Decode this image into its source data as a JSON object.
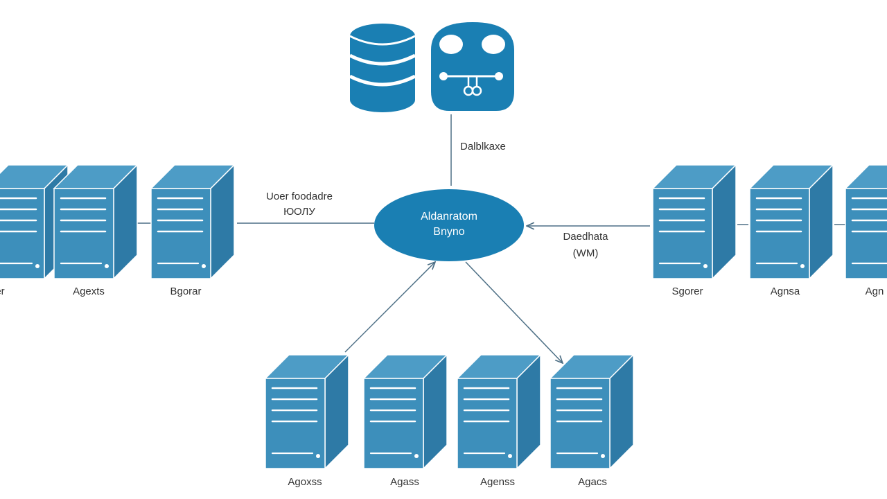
{
  "colors": {
    "accent": "#1a7fb3",
    "server_front": "#3d8fbb",
    "server_side": "#2e7aa6",
    "server_top": "#4d9cc6",
    "line": "#4d6f85"
  },
  "center_node": {
    "icon": "ellipse-node",
    "line1": "Aldanratom",
    "line2": "Bnyno"
  },
  "top_icons": [
    {
      "icon": "database-icon"
    },
    {
      "icon": "network-hub-icon"
    }
  ],
  "edge_labels": {
    "top": "Dalblkaxe",
    "left_line1": "Uoer foodadre",
    "left_line2": "ЮОЛУ",
    "right_line1": "Daedhata",
    "right_line2": "(WM)"
  },
  "servers": {
    "left": [
      "er",
      "Agexts",
      "Bgorar"
    ],
    "right": [
      "Sgorer",
      "Agnsa",
      "Agn"
    ],
    "bottom": [
      "Agoxss",
      "Agass",
      "Agenss",
      "Agacs"
    ]
  }
}
